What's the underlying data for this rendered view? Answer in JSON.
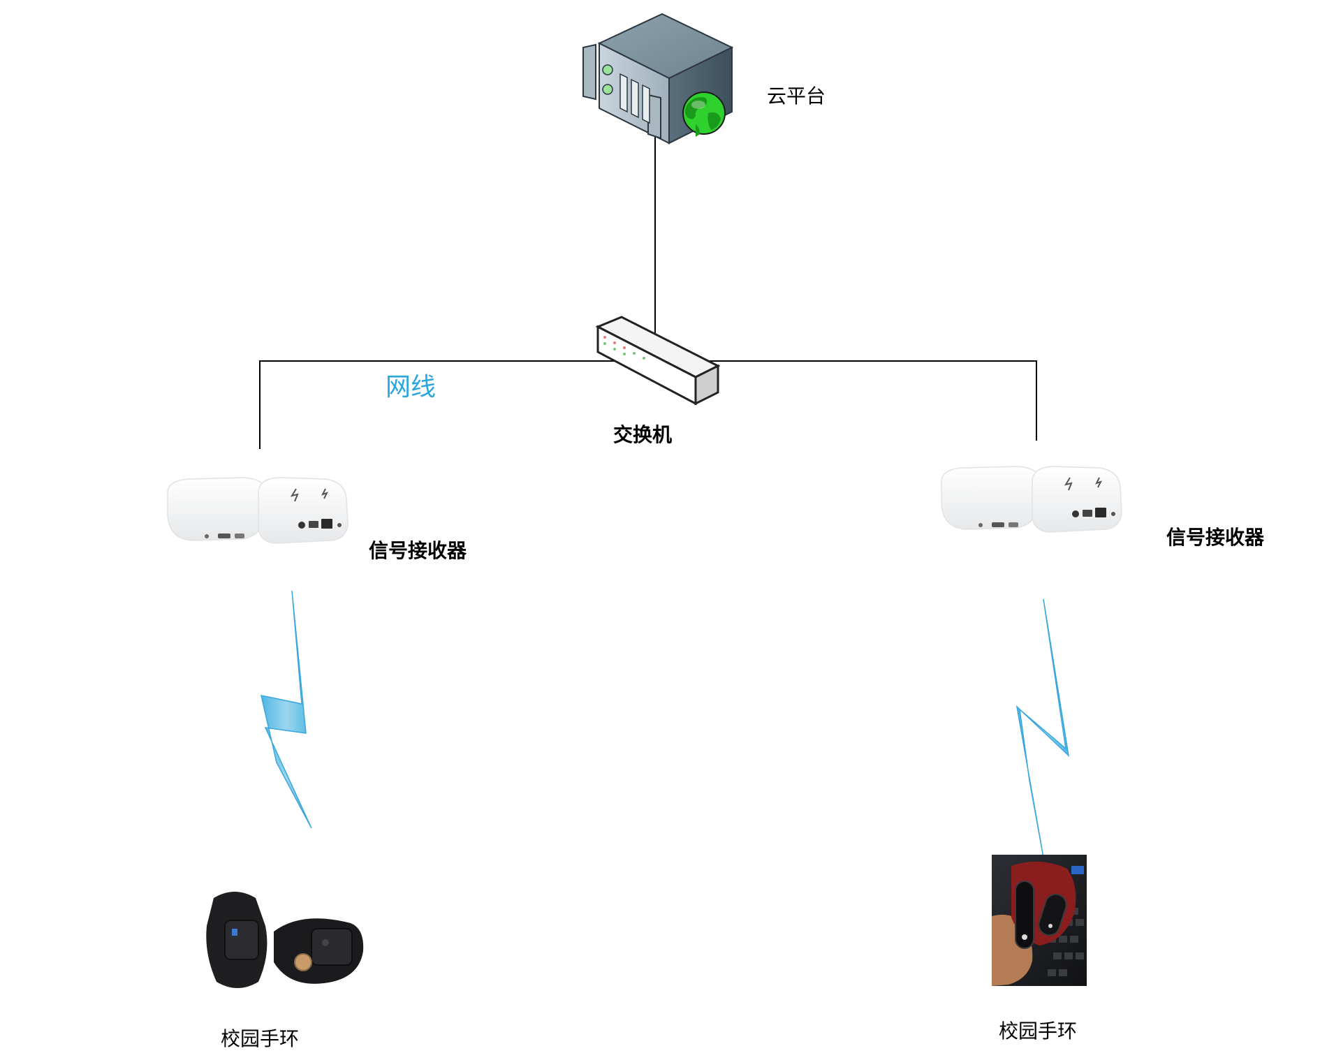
{
  "nodes": {
    "cloud": {
      "label": "云平台",
      "icon": "server-globe-icon"
    },
    "switch": {
      "label": "交换机",
      "icon": "network-switch-icon"
    },
    "receiver_left": {
      "label": "信号接收器",
      "icon": "access-point-icon"
    },
    "receiver_right": {
      "label": "信号接收器",
      "icon": "access-point-icon"
    },
    "band_left": {
      "label": "校园手环",
      "icon": "wristband-icon"
    },
    "band_right": {
      "label": "校园手环",
      "icon": "wristband-photo-icon"
    }
  },
  "edges": {
    "cable_label": "网线",
    "wireless": "lightning-bolt-icon"
  },
  "colors": {
    "cable": "#000000",
    "cable_label": "#2aa6dc",
    "wireless": "#5bbfe6",
    "globe": "#22cc22"
  }
}
